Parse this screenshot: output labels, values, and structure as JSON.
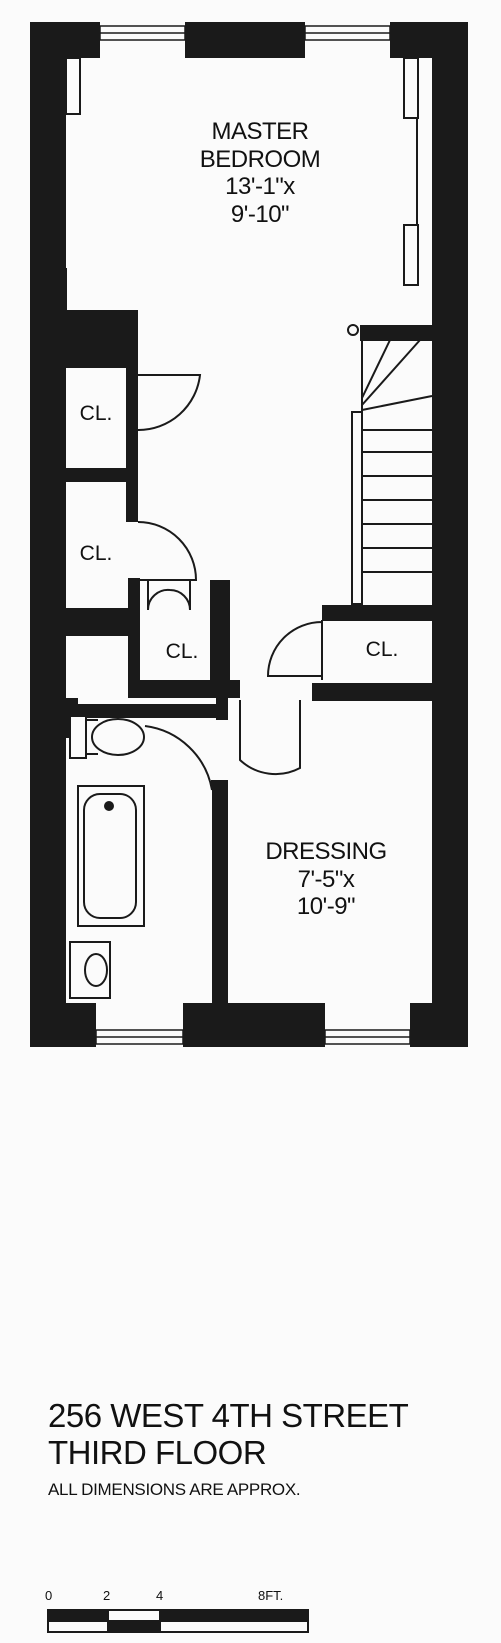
{
  "rooms": {
    "master": {
      "name_line1": "MASTER",
      "name_line2": "BEDROOM",
      "dim_line1": "13'-1\"x",
      "dim_line2": "9'-10\""
    },
    "dressing": {
      "name": "DRESSING",
      "dim_line1": "7'-5\"x",
      "dim_line2": "10'-9\""
    },
    "closet_label": "CL."
  },
  "title": {
    "address": "256 WEST 4TH STREET",
    "floor": "THIRD FLOOR",
    "note": "ALL DIMENSIONS ARE APPROX."
  },
  "scale": {
    "ticks": [
      "0",
      "2",
      "4",
      "8FT."
    ]
  },
  "colors": {
    "wall": "#1a1a1a",
    "paper": "#fbfbfb"
  }
}
